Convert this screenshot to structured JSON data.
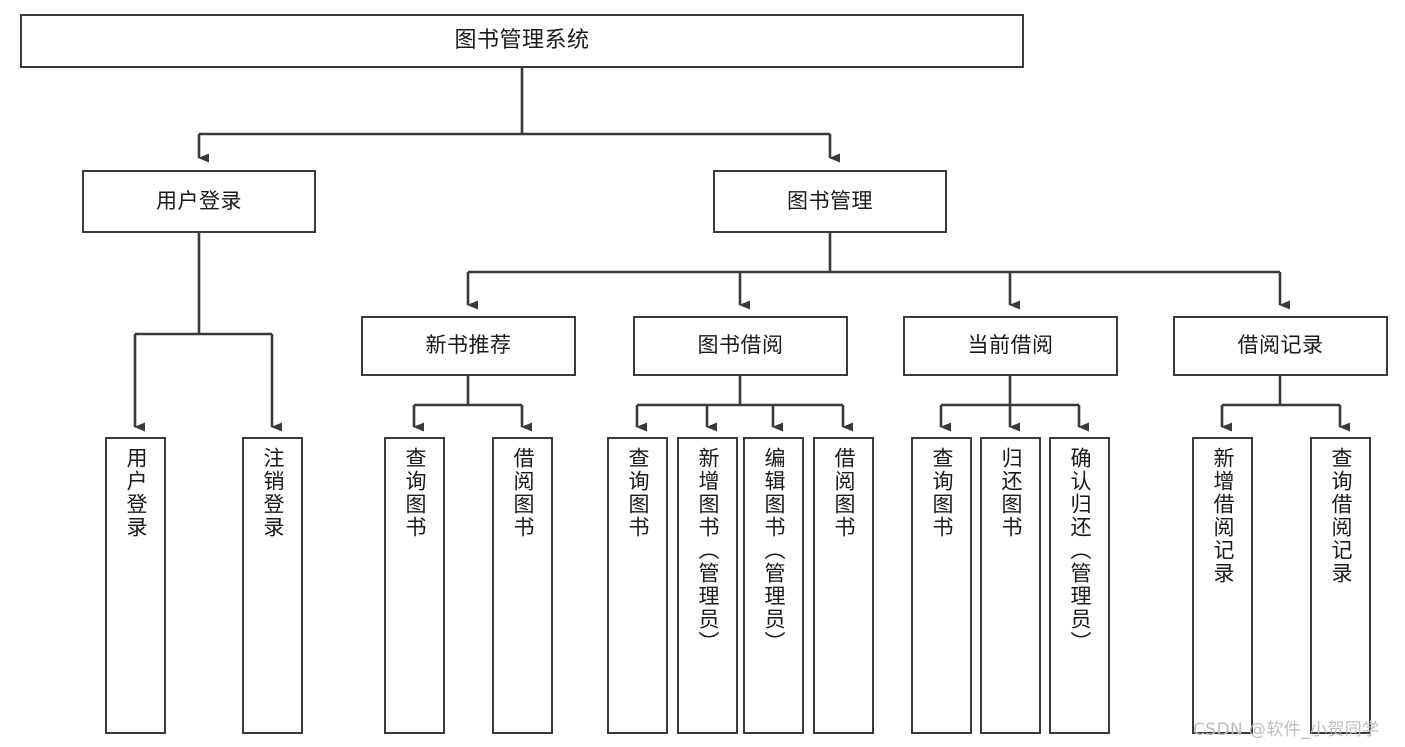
{
  "diagram": {
    "title": "图书管理系统",
    "type": "tree-hierarchy-chart",
    "background": "#ffffff",
    "node_border_color": "#3a3a3a",
    "edge_color": "#3a3a3a",
    "nodes": {
      "root": {
        "label": "图书管理系统"
      },
      "level2": [
        {
          "id": "user-login",
          "label": "用户登录"
        },
        {
          "id": "book-management",
          "label": "图书管理"
        }
      ],
      "level3": [
        {
          "id": "new-book-recommend",
          "label": "新书推荐"
        },
        {
          "id": "book-borrow",
          "label": "图书借阅"
        },
        {
          "id": "current-borrow",
          "label": "当前借阅"
        },
        {
          "id": "borrow-record",
          "label": "借阅记录"
        }
      ],
      "leaves": {
        "user_login": [
          {
            "id": "leaf-user-login",
            "label": "用户登录"
          },
          {
            "id": "leaf-logout-login",
            "label": "注销登录"
          }
        ],
        "new_book_recommend": [
          {
            "id": "leaf-query-book-1",
            "label": "查询图书"
          },
          {
            "id": "leaf-borrow-book-1",
            "label": "借阅图书"
          }
        ],
        "book_borrow": [
          {
            "id": "leaf-query-book-2",
            "label": "查询图书"
          },
          {
            "id": "leaf-add-book",
            "label": "新增图书（管理员）"
          },
          {
            "id": "leaf-edit-book",
            "label": "编辑图书（管理员）"
          },
          {
            "id": "leaf-borrow-book-2",
            "label": "借阅图书"
          }
        ],
        "current_borrow": [
          {
            "id": "leaf-query-book-3",
            "label": "查询图书"
          },
          {
            "id": "leaf-return-book",
            "label": "归还图书"
          },
          {
            "id": "leaf-confirm-return",
            "label": "确认归还（管理员）"
          }
        ],
        "borrow_record": [
          {
            "id": "leaf-add-record",
            "label": "新增借阅记录"
          },
          {
            "id": "leaf-query-record",
            "label": "查询借阅记录"
          }
        ]
      }
    }
  },
  "watermark": {
    "text": "CSDN @软件_小贺同学",
    "color": "#bdbdbd"
  }
}
